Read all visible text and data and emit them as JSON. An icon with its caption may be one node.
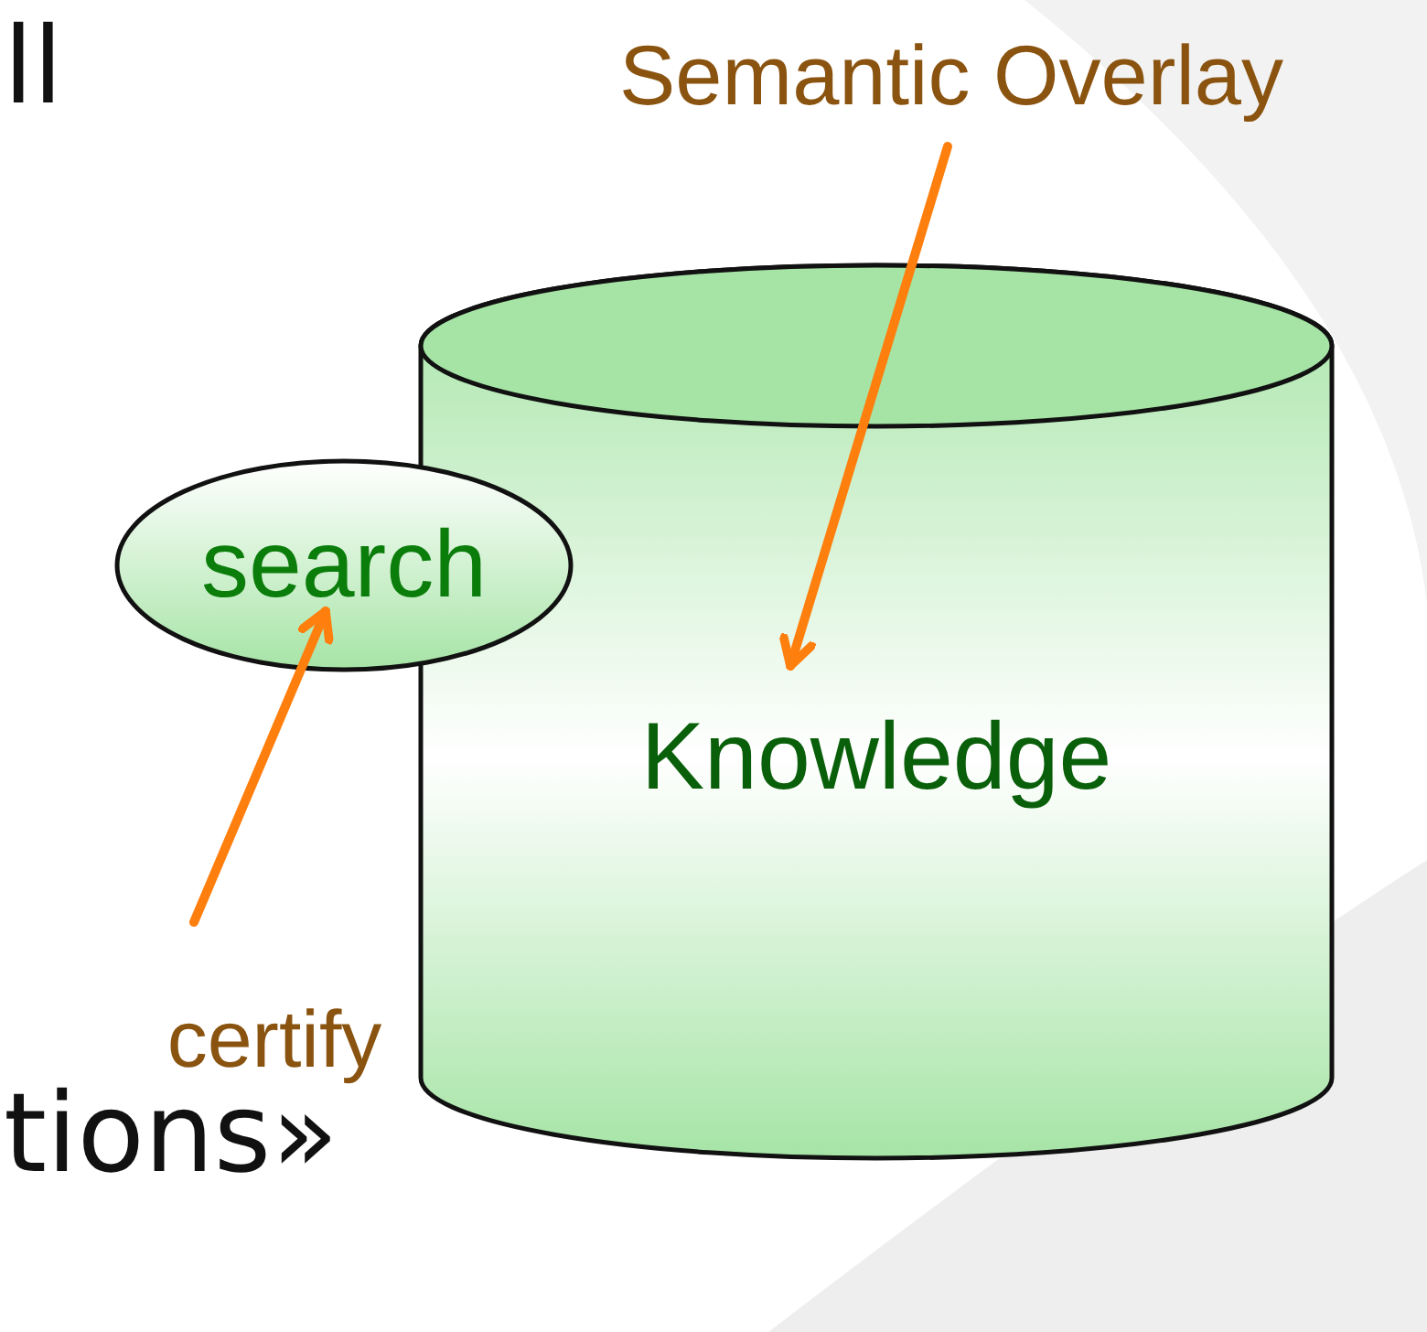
{
  "diagram": {
    "nodes": [
      {
        "text": [
          "Semantic Overlay"
        ]
      },
      {
        "text": [
          "Knowledge"
        ]
      },
      {
        "text": [
          "search"
        ]
      },
      {
        "text": [
          "certify"
        ]
      }
    ],
    "edges": [
      {
        "from": 0,
        "to": 1,
        "arrow": "to"
      },
      {
        "from": 3,
        "to": 2,
        "arrow": "to"
      }
    ],
    "labels": [
      "ll",
      "tions»"
    ]
  }
}
